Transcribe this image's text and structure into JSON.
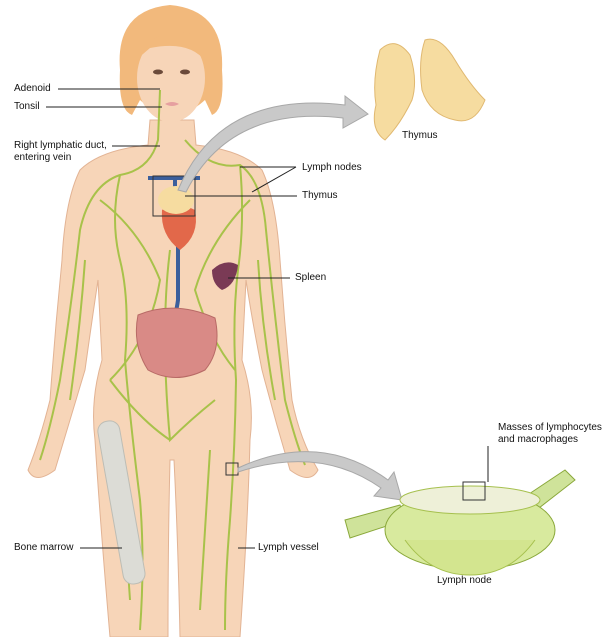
{
  "labels": {
    "adenoid": "Adenoid",
    "tonsil": "Tonsil",
    "right_lymphatic_duct_1": "Right lymphatic duct,",
    "right_lymphatic_duct_2": "entering vein",
    "lymph_nodes": "Lymph nodes",
    "thymus": "Thymus",
    "spleen": "Spleen",
    "bone_marrow": "Bone marrow",
    "lymph_vessel": "Lymph vessel",
    "thymus_inset": "Thymus",
    "masses_1": "Masses of lymphocytes",
    "masses_2": "and macrophages",
    "lymph_node_inset": "Lymph node"
  },
  "colors": {
    "skin": "#f7d5b8",
    "hair": "#f2b97c",
    "lymph": "#a8c24a",
    "vein": "#3b5f9c",
    "intestine": "#d98a86",
    "spleen": "#7a3a55",
    "thymus": "#f6dca0",
    "arrow": "#c9c9c9"
  }
}
